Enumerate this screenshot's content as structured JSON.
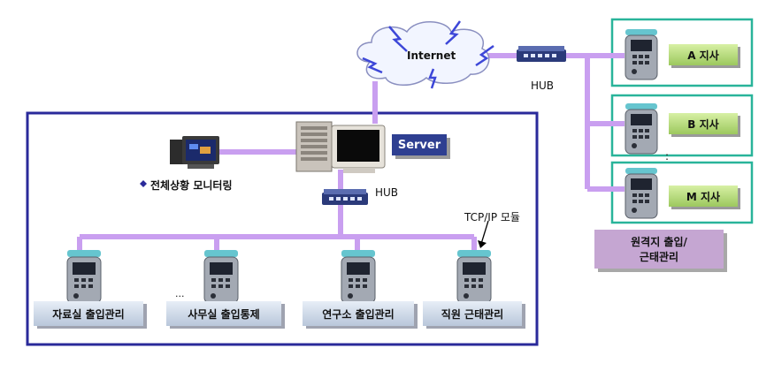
{
  "internet_label": "Internet",
  "server_label": "Server",
  "hub_top_label": "HUB",
  "hub_main_label": "HUB",
  "monitoring_label": "전체상황 모니터링",
  "tcpip_label": "TCP/IP 모듈",
  "ellipsis_dept": "...",
  "ellipsis_branch": ":",
  "branches": [
    {
      "label": "A 지사"
    },
    {
      "label": "B 지사"
    },
    {
      "label": "M 지사"
    }
  ],
  "remote_label_line1": "원격지 출입/",
  "remote_label_line2": "근태관리",
  "departments": [
    {
      "label": "자료실 출입관리"
    },
    {
      "label": "사무실 출입통제"
    },
    {
      "label": "연구소 출입관리"
    },
    {
      "label": "직원 근태관리"
    }
  ],
  "colors": {
    "network_line": "#c99ff0",
    "campus_border": "#2a2a9a",
    "branch_border": "#29b49a",
    "remote_box": "#c5a6d2",
    "server_label_bg": "#2e3f91"
  }
}
